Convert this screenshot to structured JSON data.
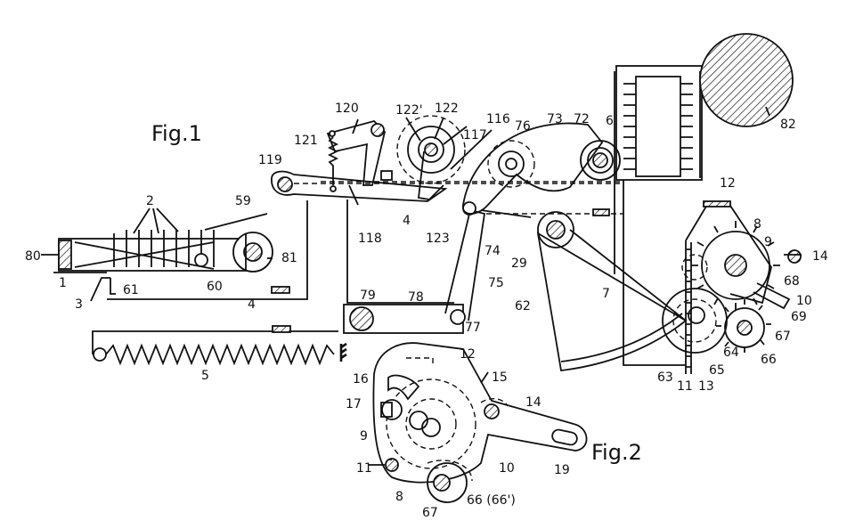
{
  "figures": {
    "fig1": "Fig.1",
    "fig2": "Fig.2"
  },
  "labels": {
    "l1": "1",
    "l2": "2",
    "l3": "3",
    "l4a": "4",
    "l4b": "4",
    "l5": "5",
    "l6": "6",
    "l7": "7",
    "l8a": "8",
    "l8b": "8",
    "l9a": "9",
    "l9b": "9",
    "l10a": "10",
    "l10b": "10",
    "l11a": "11",
    "l11b": "11",
    "l12a": "12",
    "l12b": "12",
    "l13": "13",
    "l14a": "14",
    "l14b": "14",
    "l15": "15",
    "l16": "16",
    "l17": "17",
    "l19": "19",
    "l29": "29",
    "l59": "59",
    "l60": "60",
    "l61": "61",
    "l62": "62",
    "l63": "63",
    "l64": "64",
    "l65": "65",
    "l66": "66",
    "l66b": "66 (66')",
    "l67a": "67",
    "l67b": "67",
    "l68": "68",
    "l69": "69",
    "l72": "72",
    "l73": "73",
    "l74": "74",
    "l75": "75",
    "l76": "76",
    "l77": "77",
    "l78": "78",
    "l79": "79",
    "l80": "80",
    "l81": "81",
    "l82": "82",
    "l116": "116",
    "l117": "117",
    "l118": "118",
    "l119": "119",
    "l120": "120",
    "l121": "121",
    "l122": "122",
    "l122p": "122'",
    "l123": "123"
  }
}
